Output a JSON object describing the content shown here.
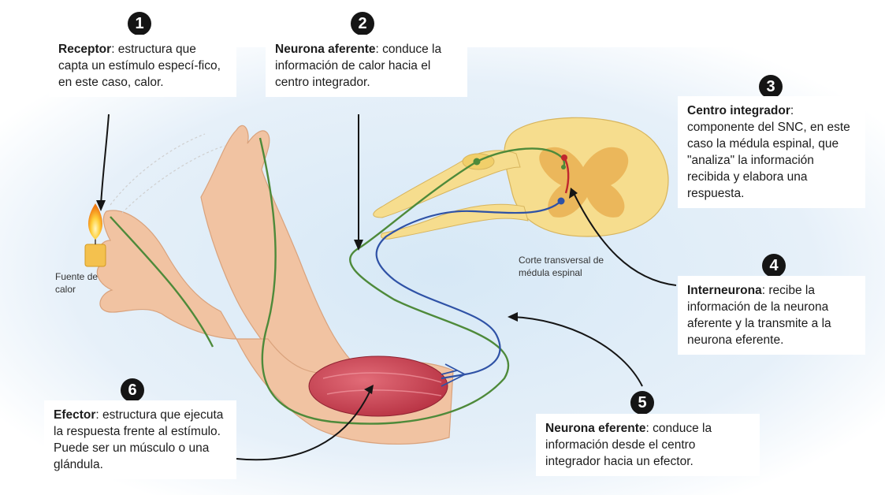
{
  "steps": [
    {
      "number": "1",
      "term": "Receptor",
      "description": ": estructura que capta un estímulo especí-fico, en este caso, calor."
    },
    {
      "number": "2",
      "term": "Neurona aferente",
      "description": ": conduce la información de calor hacia el centro integrador."
    },
    {
      "number": "3",
      "term": "Centro integrador",
      "description": ": componente del SNC, en este caso la médula espinal, que \"analiza\" la información recibida y elabora una respuesta."
    },
    {
      "number": "4",
      "term": "Interneurona",
      "description": ": recibe la información de la neurona aferente y la transmite a la neurona eferente."
    },
    {
      "number": "5",
      "term": "Neurona eferente",
      "description": ": conduce la información desde el centro integrador hacia un efector."
    },
    {
      "number": "6",
      "term": "Efector",
      "description": ": estructura que ejecuta la respuesta frente al estímulo. Puede ser un músculo o una glándula."
    }
  ],
  "labels": {
    "heat_source": "Fuente de calor",
    "spinal_section": "Corte transversal de médula espinal"
  },
  "colors": {
    "afferent_nerve": "#4e8a3a",
    "efferent_nerve": "#2f52a6",
    "interneuron": "#c0272d",
    "muscle": "#c9404f",
    "skin": "#f1c3a2",
    "spinal_cord": "#f6dd8e",
    "background_glow": "#cfe3f4"
  },
  "icons": [
    "candle-flame-icon",
    "arm-illustration",
    "spinal-cord-section-illustration"
  ]
}
